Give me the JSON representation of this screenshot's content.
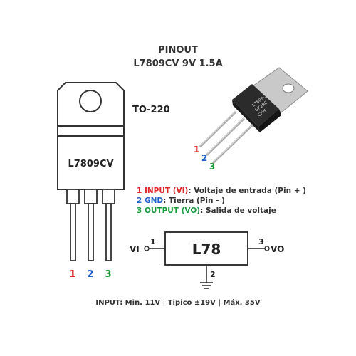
{
  "header": {
    "line1": "PINOUT",
    "line2": "L7809CV  9V 1.5A"
  },
  "package": {
    "name": "TO-220",
    "body_label": "L7809CV",
    "photo_marking": [
      "L7809CV",
      "GK2RC",
      "CHN"
    ]
  },
  "pins": [
    {
      "num": "1",
      "name": "INPUT (VI)",
      "desc": "Voltaje de entrada  (Pin + )",
      "color": "#e0262b"
    },
    {
      "num": "2",
      "name": "GND",
      "desc": "Tierra  (Pin - )",
      "color": "#1e5fc8"
    },
    {
      "num": "3",
      "name": "OUTPUT (VO)",
      "desc": "Salida de voltaje",
      "color": "#1a9a3a"
    }
  ],
  "schematic": {
    "block_label": "L78",
    "vi_label": "VI",
    "vo_label": "VO",
    "pin1": "1",
    "pin2": "2",
    "pin3": "3"
  },
  "footer": "INPUT: Min. 11V | Tipico ±19V | Máx. 35V"
}
